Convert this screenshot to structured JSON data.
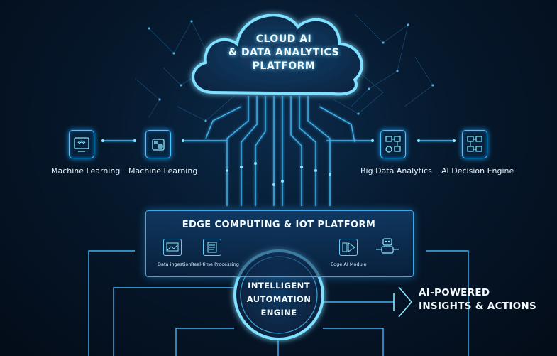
{
  "cloud": {
    "title": "CLOUD AI\n& DATA ANALYTICS\nPLATFORM"
  },
  "left_nodes": [
    {
      "label": "Machine Learning",
      "icon": "wifi-monitor-icon"
    },
    {
      "label": "Machine Learning",
      "icon": "chip-gear-icon"
    }
  ],
  "right_nodes": [
    {
      "label": "Big Data Analytics",
      "icon": "workflow-icon"
    },
    {
      "label": "AI Decision Engine",
      "icon": "flowchart-icon"
    }
  ],
  "edge": {
    "title": "EDGE COMPUTING & IOT PLATFORM",
    "modules": [
      {
        "label": "Data ingestion",
        "icon": "image-icon"
      },
      {
        "label": "Real-time Processing",
        "icon": "document-icon"
      },
      {
        "label": "Edge AI Module",
        "icon": "play-icon"
      },
      {
        "label": "",
        "icon": "robot-icon"
      }
    ]
  },
  "engine": {
    "title": "INTELLIGENT\nAUTOMATION\nENGINE"
  },
  "insights": {
    "title": "AI-POWERED\nINSIGHTS & ACTIONS"
  },
  "colors": {
    "accent": "#46c6ff",
    "glow": "#1e9cf0",
    "background": "#06182c"
  }
}
